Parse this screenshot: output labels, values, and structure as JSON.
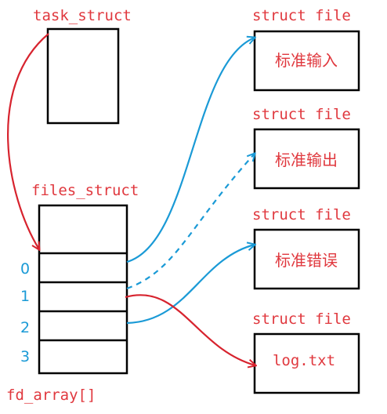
{
  "task_struct_label": "task_struct",
  "files_struct_label": "files_struct",
  "fd_array_label": "fd_array[]",
  "fd_indices": [
    "0",
    "1",
    "2",
    "3"
  ],
  "files": [
    {
      "type_label": "struct file",
      "content": "标准输入"
    },
    {
      "type_label": "struct file",
      "content": "标准输出"
    },
    {
      "type_label": "struct file",
      "content": "标准错误"
    },
    {
      "type_label": "struct file",
      "content": "log.txt"
    }
  ],
  "colors": {
    "label_red": "#e0383e",
    "pointer_red": "#d7232e",
    "index_blue": "#1a9ad6",
    "arrow_blue": "#1a9ad6",
    "box_black": "#000000"
  }
}
